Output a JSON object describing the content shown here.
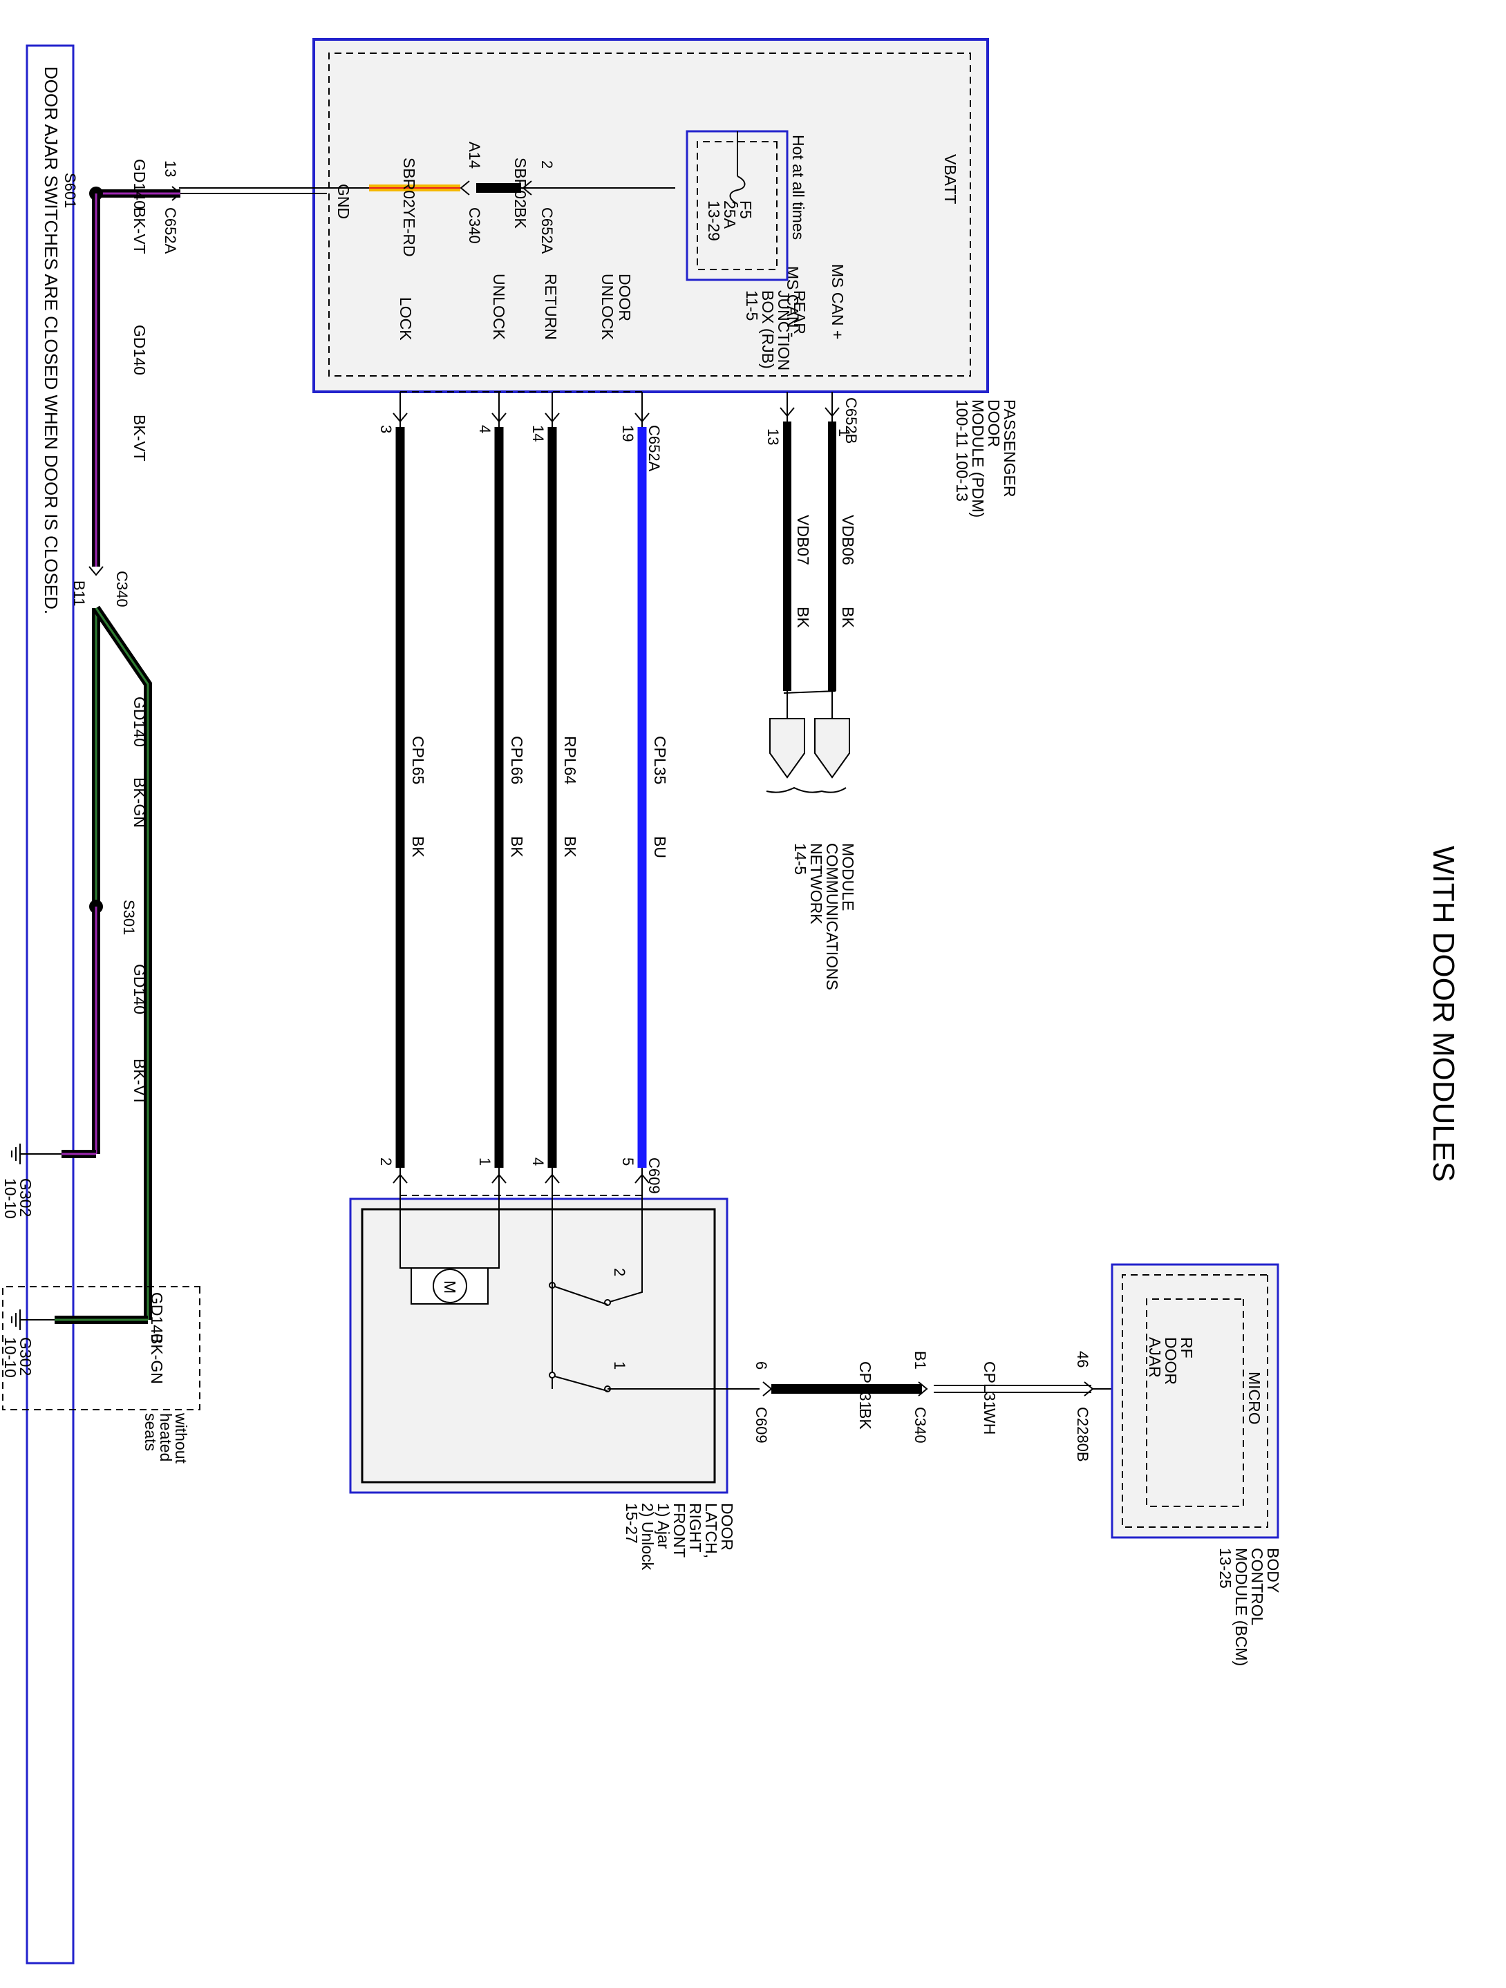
{
  "title": "WITH DOOR MODULES",
  "note": "DOOR AJAR SWITCHES ARE CLOSED WHEN DOOR IS CLOSED.",
  "colors": {
    "wire_black": "#000000",
    "wire_blue": "#1a1aff",
    "wire_yellow": "#f5b800",
    "wire_red": "#e82020",
    "wire_green": "#2e7d32",
    "wire_violet": "#9c27b0",
    "frame_blue": "#2222cc",
    "module_fill": "#f2f2f2"
  },
  "pdm": {
    "name": [
      "PASSENGER",
      "DOOR",
      "MODULE (PDM)",
      "100-11 100-13"
    ],
    "pins": {
      "gnd": "GND",
      "vbatt": "VBATT",
      "lock": "LOCK",
      "unlock": "UNLOCK",
      "return": "RETURN",
      "door_unlock": [
        "DOOR",
        "UNLOCK"
      ],
      "ms_can_plus": "MS CAN +",
      "ms_can_minus": "MS CAN -"
    }
  },
  "rjb": {
    "name": [
      "REAR",
      "JUNCTION",
      "BOX (RJB)",
      "11-5"
    ],
    "hot": "Hot at all times",
    "fuse": [
      "F5",
      "25A",
      "13-29"
    ]
  },
  "power": {
    "pin_pdm": "2",
    "conn_pdm": "C652A",
    "circuit1": "SBR02",
    "color1": "BK",
    "pin_c340": "A14",
    "conn_c340": "C340",
    "circuit2": "SBR02",
    "color2": "YE-RD"
  },
  "ground": {
    "pin": "13",
    "conn": "C652A",
    "circuit": "GD140",
    "color": "BK-VT",
    "splice1": "S601",
    "seg1_circuit": "GD140",
    "seg1_color": "BK-VT",
    "c340_conn": "C340",
    "c340_pin": "B11",
    "seg2_circuit": "GD140",
    "seg2_color": "BK-GN",
    "splice2": "S301",
    "seg3_circuit": "GD140",
    "seg3_color": "BK-VT",
    "g302": [
      "G302",
      "10-10"
    ],
    "opt_circuit": "GD140",
    "opt_color": "BK-GN",
    "opt_g302": [
      "G302",
      "10-10"
    ],
    "opt_note": [
      "without",
      "heated",
      "seats"
    ]
  },
  "can": {
    "conn": "C652B",
    "plus_pin": "1",
    "minus_pin": "13",
    "plus_circuit": "VDB06",
    "plus_color": "BK",
    "minus_circuit": "VDB07",
    "minus_color": "BK",
    "mcn": [
      "MODULE",
      "COMMUNICATIONS",
      "NETWORK",
      "14-5"
    ]
  },
  "latch_wires": {
    "conn_pdm": "C652A",
    "conn_latch": "C609",
    "wires": [
      {
        "pdm_pin": "3",
        "circuit": "CPL65",
        "color": "BK",
        "latch_pin": "2"
      },
      {
        "pdm_pin": "4",
        "circuit": "CPL66",
        "color": "BK",
        "latch_pin": "1"
      },
      {
        "pdm_pin": "14",
        "circuit": "RPL64",
        "color": "BK",
        "latch_pin": "4"
      },
      {
        "pdm_pin": "19",
        "circuit": "CPL35",
        "color": "BU",
        "latch_pin": "5"
      }
    ]
  },
  "latch": {
    "name": [
      "DOOR",
      "LATCH,",
      "RIGHT",
      "FRONT",
      "1) Ajar",
      "2) Unlock",
      "15-27"
    ],
    "motor": "M",
    "sw1": "1",
    "sw2": "2"
  },
  "ajar": {
    "latch_pin": "6",
    "latch_conn": "C609",
    "circuit1": "CPL31",
    "color1": "BK",
    "c340_pin": "B1",
    "c340_conn": "C340",
    "circuit2": "CPL31",
    "color2": "WH",
    "bcm_pin": "46",
    "bcm_conn": "C2280B"
  },
  "bcm": {
    "name": [
      "BODY",
      "CONTROL",
      "MODULE (BCM)",
      "13-25"
    ],
    "micro": "MICRO",
    "input": [
      "RF",
      "DOOR",
      "AJAR"
    ]
  }
}
